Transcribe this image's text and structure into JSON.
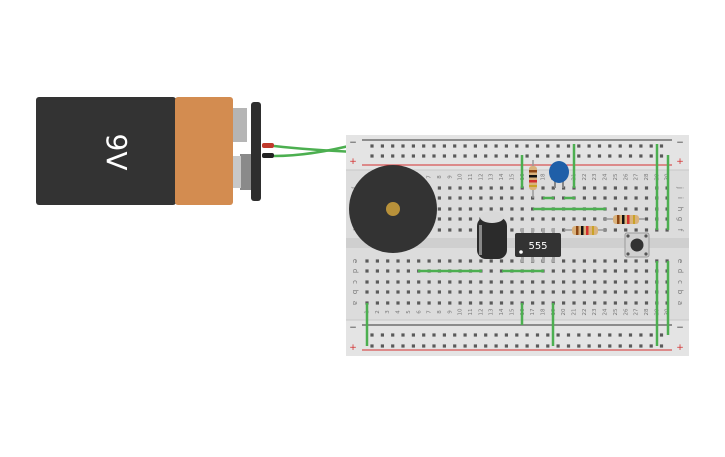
{
  "battery": {
    "label": "9V",
    "body_color": "#333333",
    "cap_color": "#d38c50",
    "lead_colors": [
      "#c0392b",
      "#222222"
    ]
  },
  "chip": {
    "label": "555"
  },
  "breadboard": {
    "row_letters_top": [
      "j",
      "i",
      "h",
      "g",
      "f"
    ],
    "row_letters_bottom": [
      "e",
      "d",
      "c",
      "b",
      "a"
    ],
    "column_numbers": [
      "1",
      "2",
      "3",
      "4",
      "5",
      "6",
      "7",
      "8",
      "9",
      "10",
      "11",
      "12",
      "13",
      "14",
      "15",
      "16",
      "17",
      "18",
      "19",
      "20",
      "21",
      "22",
      "23",
      "24",
      "25",
      "26",
      "27",
      "28",
      "29",
      "30"
    ],
    "rail_plus": "+",
    "rail_minus": "−",
    "rail_red": "#d32f2f",
    "rail_black": "#333333"
  },
  "colors": {
    "wire": "#4caf50",
    "buzzer": "#333333",
    "capacitor_ceramic": "#1f5fa8",
    "capacitor_electrolytic": "#2b2b2b"
  }
}
